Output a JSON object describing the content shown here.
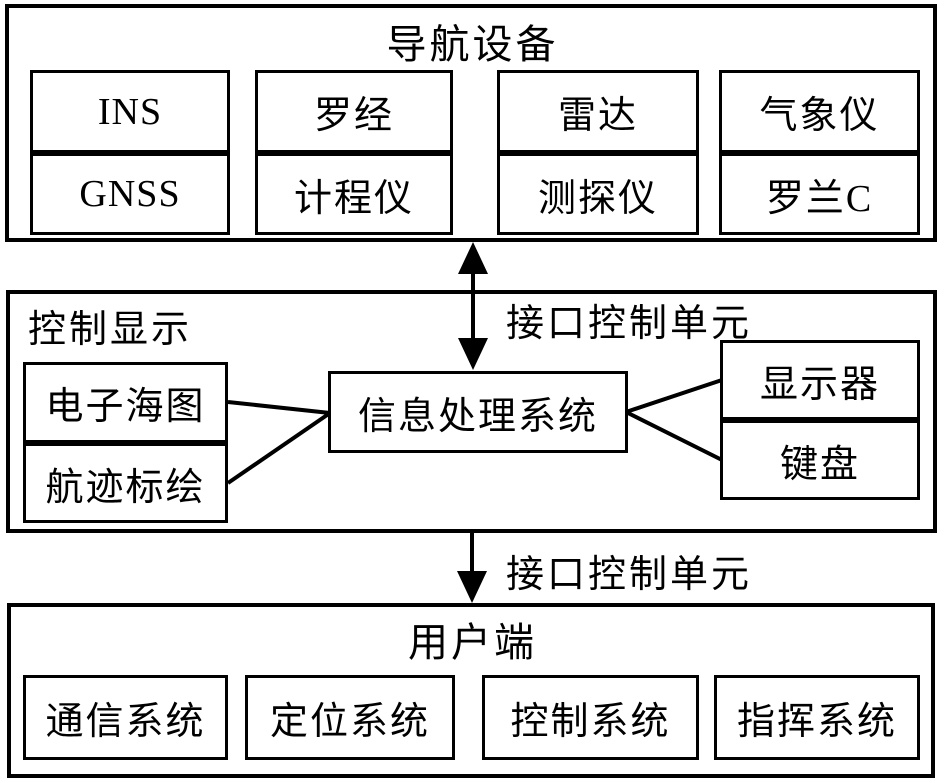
{
  "colors": {
    "line": "#000000",
    "background": "#ffffff"
  },
  "top_section": {
    "title": "导航设备",
    "devices": [
      [
        "INS",
        "GNSS"
      ],
      [
        "罗经",
        "计程仪"
      ],
      [
        "雷达",
        "测探仪"
      ],
      [
        "气象仪",
        "罗兰C"
      ]
    ]
  },
  "middle_section": {
    "corner_label": "控制显示",
    "interface_label": "接口控制单元",
    "left_stack": [
      "电子海图",
      "航迹标绘"
    ],
    "center_box": "信息处理系统",
    "right_stack": [
      "显示器",
      "键盘"
    ]
  },
  "lower_link": {
    "interface_label": "接口控制单元"
  },
  "bottom_section": {
    "title": "用户端",
    "systems": [
      "通信系统",
      "定位系统",
      "控制系统",
      "指挥系统"
    ]
  }
}
